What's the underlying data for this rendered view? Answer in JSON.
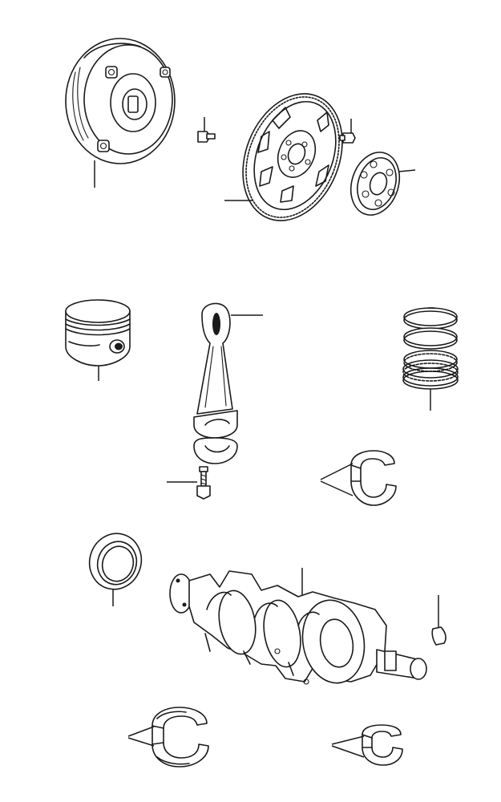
{
  "diagram": {
    "type": "exploded parts view",
    "line_color": "#1a1a1a",
    "background": "#ffffff",
    "parts": [
      {
        "id": "torque-converter",
        "icon": "torque-converter-icon"
      },
      {
        "id": "converter-bolt",
        "icon": "bolt-icon"
      },
      {
        "id": "flywheel",
        "icon": "ring-gear-flexplate-icon"
      },
      {
        "id": "flywheel-bolt",
        "icon": "bolt-icon"
      },
      {
        "id": "backing-plate",
        "icon": "plate-icon"
      },
      {
        "id": "piston",
        "icon": "piston-icon"
      },
      {
        "id": "connecting-rod",
        "icon": "connecting-rod-icon"
      },
      {
        "id": "piston-rings",
        "icon": "piston-rings-icon"
      },
      {
        "id": "rod-bolt",
        "icon": "bolt-icon"
      },
      {
        "id": "rod-bearing",
        "icon": "bearing-shell-icon"
      },
      {
        "id": "rear-seal",
        "icon": "oil-seal-icon"
      },
      {
        "id": "crankshaft",
        "icon": "crankshaft-icon"
      },
      {
        "id": "woodruff-key",
        "icon": "key-icon"
      },
      {
        "id": "main-bearing",
        "icon": "bearing-shell-icon"
      },
      {
        "id": "thrust-bearing",
        "icon": "bearing-shell-icon"
      }
    ]
  }
}
